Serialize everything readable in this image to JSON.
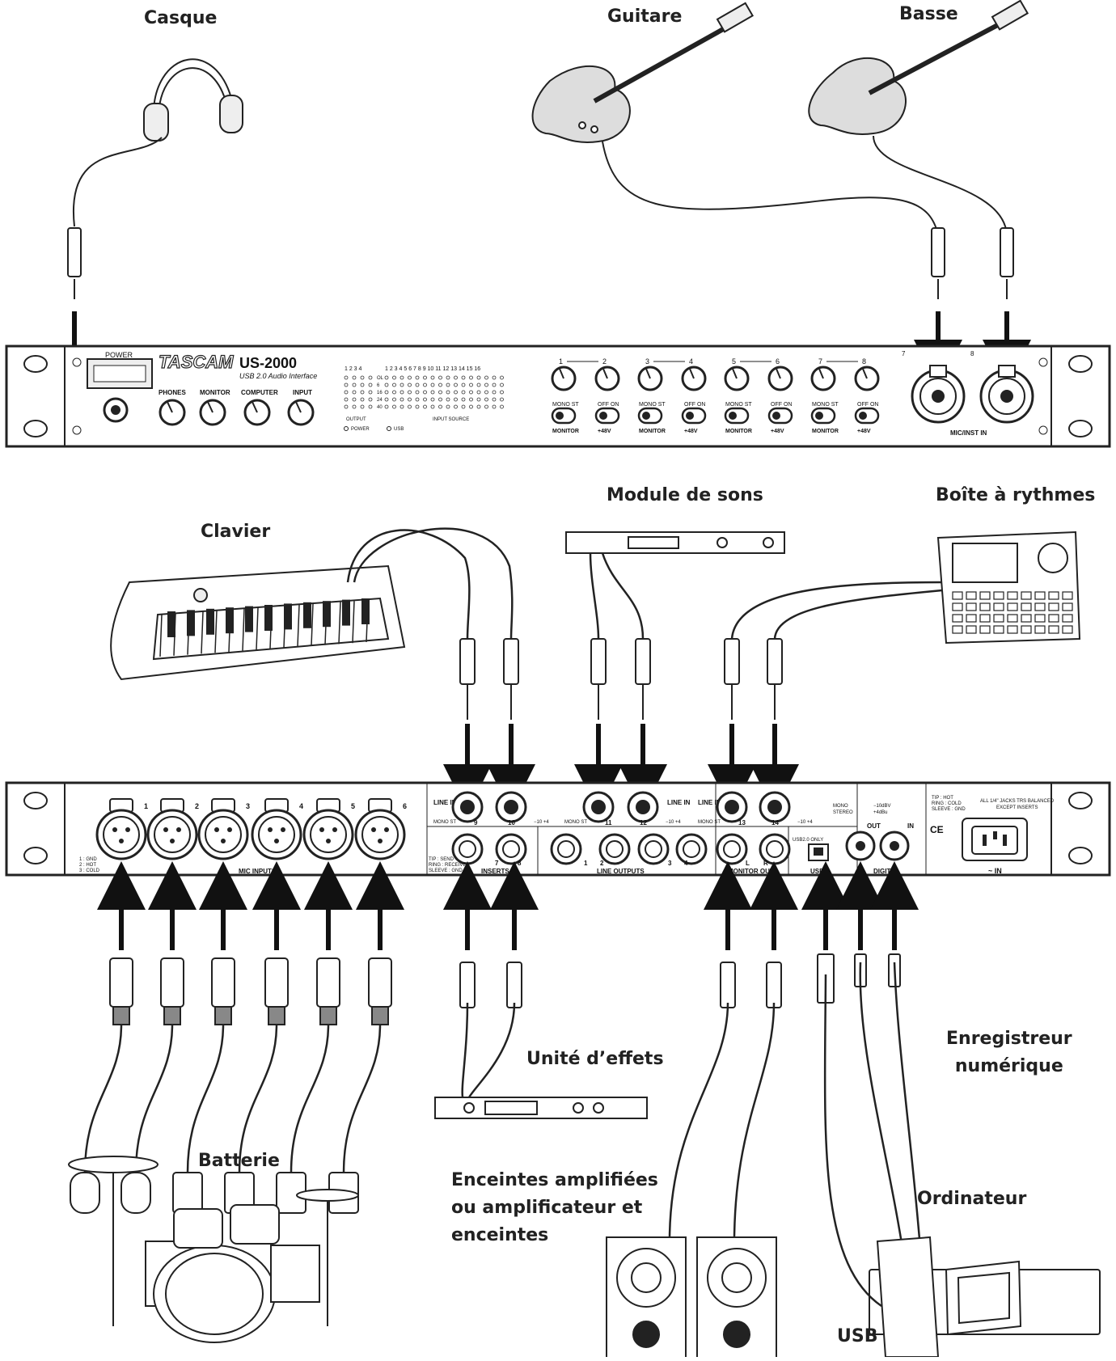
{
  "labels": {
    "casque": "Casque",
    "guitare": "Guitare",
    "basse": "Basse",
    "module": "Module de sons",
    "boite": "Boîte à rythmes",
    "clavier": "Clavier",
    "effets": "Unité d’effets",
    "enregistreur": "Enregistreur\nnumérique",
    "batterie": "Batterie",
    "enceintes": "Enceintes amplifiées\nou amplificateur et\nenceintes",
    "ordinateur": "Ordinateur",
    "usb": "USB"
  },
  "front_panel": {
    "power": "POWER",
    "brand": "TASCAM",
    "model": "US-2000",
    "model_sub": "USB 2.0 Audio Interface",
    "knobs": [
      "PHONES",
      "MONITOR",
      "COMPUTER",
      "INPUT"
    ],
    "meter_output_nums": "1 2 3 4",
    "meter_input_nums": "1 2 3 4 5 6 7 8 9 10 11 12 13 14 15 16",
    "meter_scale": [
      "OL",
      "6",
      "16",
      "24",
      "40"
    ],
    "output_label": "OUTPUT",
    "input_source_label": "INPUT SOURCE",
    "power_led": "POWER",
    "usb_led": "USB",
    "channel_pairs": [
      "1",
      "2",
      "3",
      "4",
      "5",
      "6",
      "7",
      "8"
    ],
    "mono_st": "MONO ST",
    "off_on": "OFF ON",
    "monitor": "MONITOR",
    "phantom": "+48V",
    "combo_nums": [
      "7",
      "8"
    ],
    "mic_inst_in": "MIC/INST IN"
  },
  "rear_panel": {
    "mic_nums": [
      "1",
      "2",
      "3",
      "4",
      "5",
      "6"
    ],
    "mic_inputs": "MIC INPUTS",
    "pinout": [
      "1 : GND",
      "2 : HOT",
      "3 : COLD"
    ],
    "line_in": "LINE IN",
    "mono_st": "MONO ST",
    "level": "−10  +4",
    "line_in_nums": [
      "9",
      "10",
      "11",
      "12",
      "13",
      "14"
    ],
    "insert_pinout": [
      "TIP : SEND",
      "RING : RECEIVE",
      "SLEEVE : GND"
    ],
    "inserts": "INSERTS",
    "insert_nums": [
      "7",
      "8"
    ],
    "line_outputs": "LINE OUTPUTS",
    "line_output_nums": [
      "1",
      "2",
      "3",
      "4"
    ],
    "monitor_out": "MONITOR OUT",
    "monitor_lr": [
      "L",
      "R"
    ],
    "usb_only": "USB2.0 ONLY",
    "usb": "USB",
    "mono_stereo": [
      "MONO",
      "STEREO"
    ],
    "level_sw": [
      "−10dBV",
      "+4dBu"
    ],
    "digital": "DIGITAL",
    "digital_out": "OUT",
    "digital_in": "IN",
    "trs_note": [
      "TIP : HOT",
      "RING : COLD",
      "SLEEVE : GND"
    ],
    "trs_balanced": [
      "ALL 1/4\" JACKS TRS BALANCED",
      "EXCEPT INSERTS"
    ],
    "ac_in": "~ IN",
    "ce": "CE"
  }
}
